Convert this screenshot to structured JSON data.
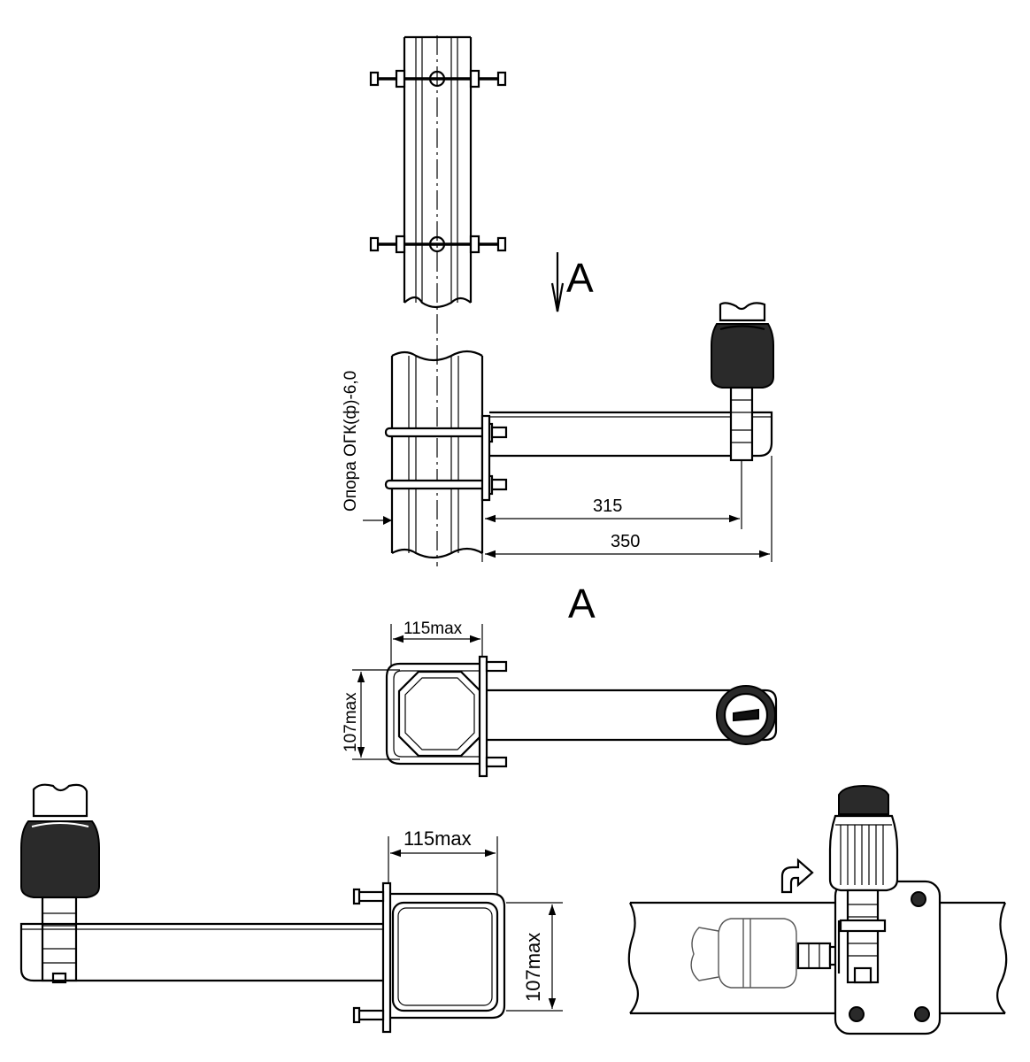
{
  "labels": {
    "view_marker": "A",
    "view_title": "A",
    "support_label": "Опора ОГК(ф)-6,0",
    "dim_315": "315",
    "dim_350": "350",
    "dim_width_top": "115max",
    "dim_height_top": "107max",
    "dim_width_bottom": "115max",
    "dim_height_bottom": "107max"
  },
  "icons": {
    "view_arrow": "down-arrow-icon",
    "rotate_hint": "rotate-arrow-icon"
  }
}
